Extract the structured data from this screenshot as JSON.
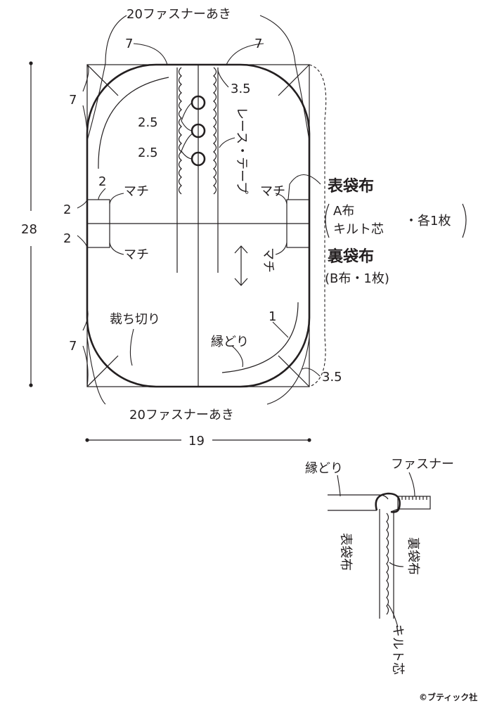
{
  "main_diagram": {
    "zipper_opening_top": "20ファスナーあき",
    "zipper_opening_bottom": "20ファスナーあき",
    "corner_top_left_h": "7",
    "corner_top_right_h": "7",
    "corner_top_left_v": "7",
    "corner_bottom_left_v": "7",
    "seam_top": "3.5",
    "seam_bottom": "3.5",
    "hole_spacing_1": "2.5",
    "hole_spacing_2": "2.5",
    "lace_tape_label": "レース・テープ",
    "gusset_label_top_left": "マチ",
    "gusset_label_bottom_left": "マチ",
    "gusset_label_top_right": "マチ",
    "gusset_label_bottom_right": "マチ",
    "gusset_top_num": "2",
    "gusset_left_num_1": "2",
    "gusset_left_num_2": "2",
    "cut_off_label": "裁ち切り",
    "binding_label": "縁どり",
    "binding_width": "1",
    "height_dim": "28",
    "width_dim": "19"
  },
  "legend": {
    "outer_fabric_title": "表袋布",
    "outer_fabric_line1": "A布",
    "outer_fabric_line2": "キルト芯",
    "outer_fabric_qty": "・各1枚",
    "lining_title": "裏袋布",
    "lining_detail": "(B布・1枚)"
  },
  "section_diagram": {
    "binding_label": "縁どり",
    "zipper_label": "ファスナー",
    "outer_fabric_vertical": "表袋布",
    "lining_vertical": "裏袋布",
    "batting_vertical": "キルト芯"
  },
  "copyright": "©ブティック社"
}
